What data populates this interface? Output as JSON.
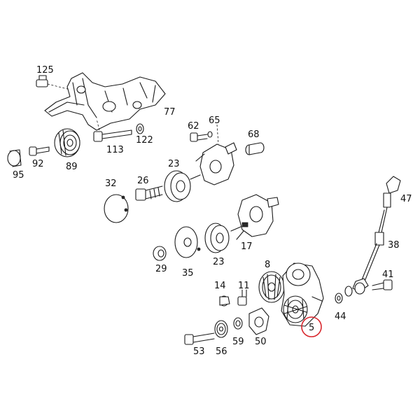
{
  "diagram": {
    "highlight_color": "#d8262c",
    "highlighted_part": "5",
    "parts": [
      {
        "id": "p125",
        "label": "125"
      },
      {
        "id": "p77",
        "label": "77"
      },
      {
        "id": "p62",
        "label": "62"
      },
      {
        "id": "p65",
        "label": "65"
      },
      {
        "id": "p68",
        "label": "68"
      },
      {
        "id": "p95",
        "label": "95"
      },
      {
        "id": "p92",
        "label": "92"
      },
      {
        "id": "p89",
        "label": "89"
      },
      {
        "id": "p113",
        "label": "113"
      },
      {
        "id": "p122",
        "label": "122"
      },
      {
        "id": "p32",
        "label": "32"
      },
      {
        "id": "p26",
        "label": "26"
      },
      {
        "id": "p23a",
        "label": "23"
      },
      {
        "id": "p47",
        "label": "47"
      },
      {
        "id": "p17",
        "label": "17"
      },
      {
        "id": "p38",
        "label": "38"
      },
      {
        "id": "p29",
        "label": "29"
      },
      {
        "id": "p35",
        "label": "35"
      },
      {
        "id": "p23b",
        "label": "23"
      },
      {
        "id": "p8",
        "label": "8"
      },
      {
        "id": "p41",
        "label": "41"
      },
      {
        "id": "p14",
        "label": "14"
      },
      {
        "id": "p11",
        "label": "11"
      },
      {
        "id": "p44",
        "label": "44"
      },
      {
        "id": "p5",
        "label": "5"
      },
      {
        "id": "p53",
        "label": "53"
      },
      {
        "id": "p56",
        "label": "56"
      },
      {
        "id": "p59",
        "label": "59"
      },
      {
        "id": "p50",
        "label": "50"
      }
    ]
  }
}
